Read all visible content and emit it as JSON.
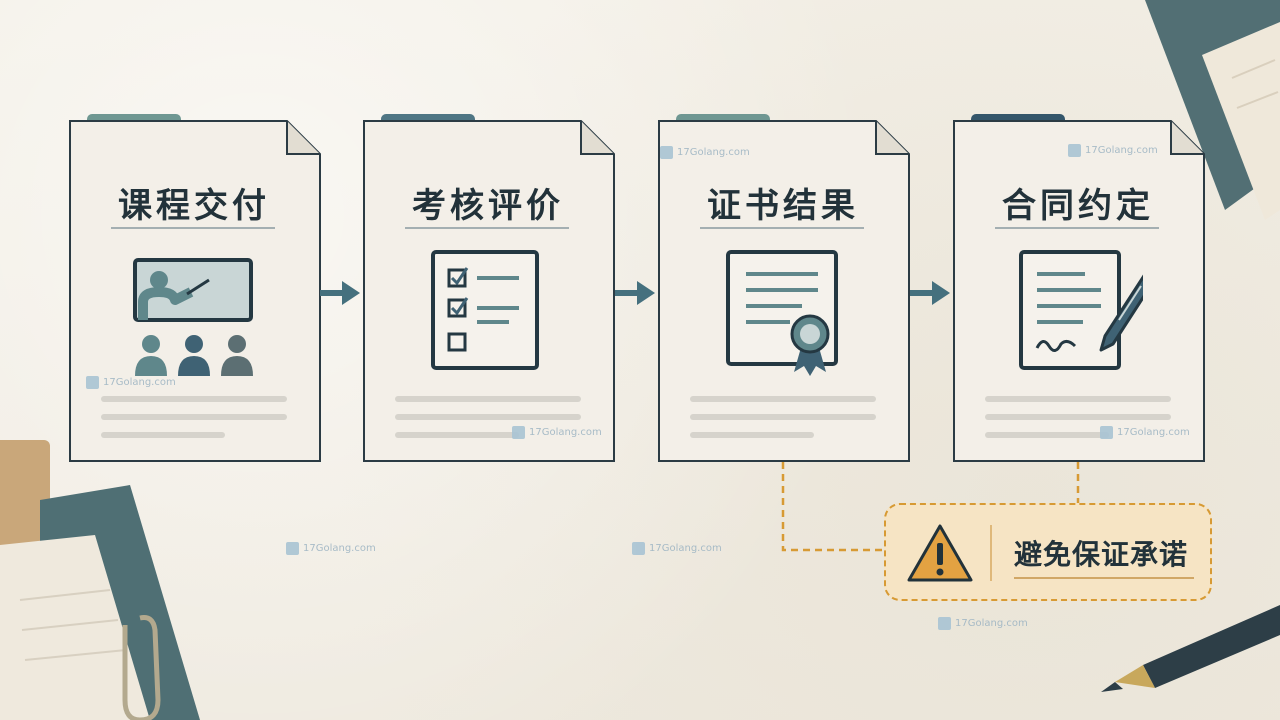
{
  "steps": [
    {
      "title": "课程交付",
      "icon": "teacher-classroom-icon"
    },
    {
      "title": "考核评价",
      "icon": "checklist-icon"
    },
    {
      "title": "证书结果",
      "icon": "certificate-icon"
    },
    {
      "title": "合同约定",
      "icon": "contract-signing-icon"
    }
  ],
  "warning": {
    "text": "避免保证承诺",
    "icon": "warning-icon"
  },
  "watermark": "17Golang.com",
  "colors": {
    "tab_teal": "#6f9792",
    "tab_blue": "#4f7684",
    "tab_navy": "#34566a",
    "ink": "#22323a",
    "warning_orange": "#e3a242",
    "warning_border": "#d79a34",
    "warning_fill": "#f6e4c4",
    "arrow": "#45707e"
  }
}
